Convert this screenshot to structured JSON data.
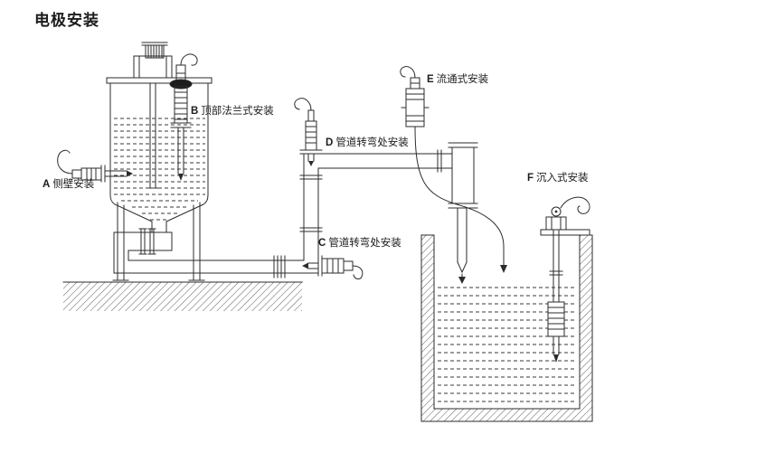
{
  "page": {
    "title": "电极安装"
  },
  "diagram": {
    "line_color": "#2b2b2b",
    "background_color": "#ffffff",
    "labels": {
      "a": {
        "letter": "A",
        "text": "侧壁安装"
      },
      "b": {
        "letter": "B",
        "text": "顶部法兰式安装"
      },
      "c": {
        "letter": "C",
        "text": "管道转弯处安装"
      },
      "d": {
        "letter": "D",
        "text": "管道转弯处安装"
      },
      "e": {
        "letter": "E",
        "text": "流通式安装"
      },
      "f": {
        "letter": "F",
        "text": "沉入式安装"
      }
    }
  }
}
